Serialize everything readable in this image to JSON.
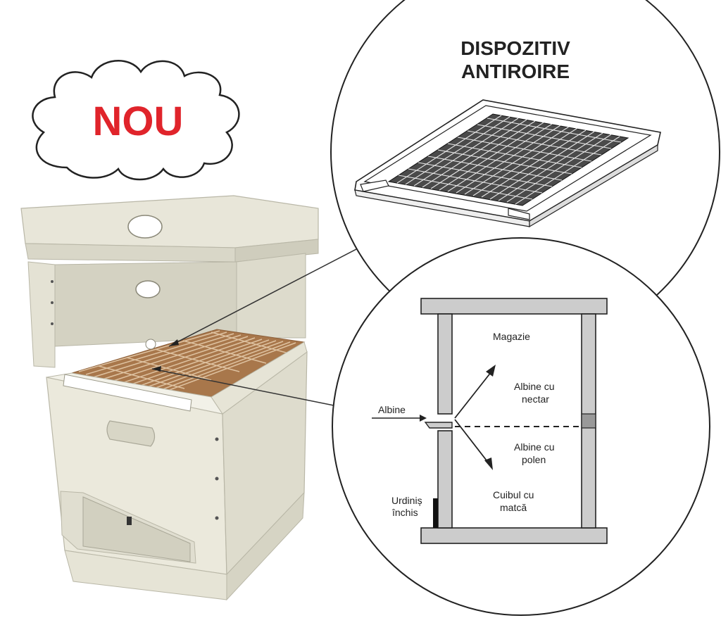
{
  "badge": {
    "text": "NOU",
    "color": "#e0242b"
  },
  "device": {
    "title_line1": "DISPOZITIV",
    "title_line2": "ANTIROIRE"
  },
  "diagram": {
    "labels": {
      "magazie": "Magazie",
      "albine_nectar_1": "Albine cu",
      "albine_nectar_2": "nectar",
      "albine": "Albine",
      "albine_polen_1": "Albine cu",
      "albine_polen_2": "polen",
      "urdinis_1": "Urdiniș",
      "urdinis_2": "închis",
      "cuibul_1": "Cuibul cu",
      "cuibul_2": "matcă"
    }
  },
  "colors": {
    "wall": "#cccccc",
    "hive": "#e6e4d6",
    "grid": "#b8875a"
  }
}
